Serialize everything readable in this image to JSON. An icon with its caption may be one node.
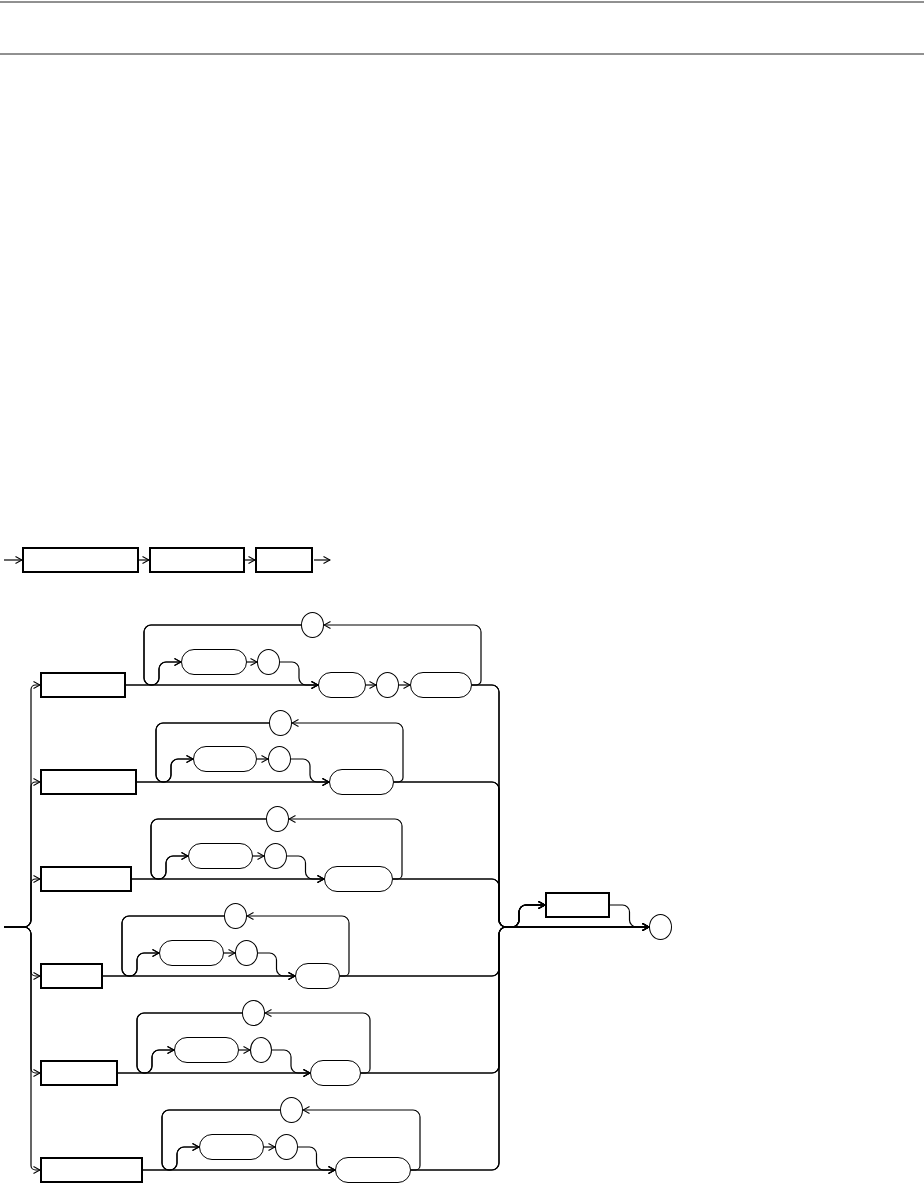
{
  "diagram": {
    "nodes": [
      {
        "text": [],
        "shape": "box"
      },
      {
        "text": [],
        "shape": "box"
      },
      {
        "text": [],
        "shape": "box"
      },
      {
        "text": [],
        "shape": "box"
      },
      {
        "text": [],
        "shape": "circle"
      },
      {
        "text": [],
        "shape": "pill"
      },
      {
        "text": [],
        "shape": "circle"
      },
      {
        "text": [],
        "shape": "pill"
      },
      {
        "text": [],
        "shape": "circle"
      },
      {
        "text": [],
        "shape": "pill"
      },
      {
        "text": [],
        "shape": "box"
      },
      {
        "text": [],
        "shape": "circle"
      },
      {
        "text": [],
        "shape": "pill"
      },
      {
        "text": [],
        "shape": "circle"
      },
      {
        "text": [],
        "shape": "pill"
      },
      {
        "text": [],
        "shape": "box"
      },
      {
        "text": [],
        "shape": "circle"
      },
      {
        "text": [],
        "shape": "pill"
      },
      {
        "text": [],
        "shape": "circle"
      },
      {
        "text": [],
        "shape": "pill"
      },
      {
        "text": [],
        "shape": "box"
      },
      {
        "text": [],
        "shape": "circle"
      },
      {
        "text": [],
        "shape": "pill"
      },
      {
        "text": [],
        "shape": "circle"
      },
      {
        "text": [],
        "shape": "pill"
      },
      {
        "text": [],
        "shape": "box"
      },
      {
        "text": [],
        "shape": "circle"
      },
      {
        "text": [],
        "shape": "pill"
      },
      {
        "text": [],
        "shape": "circle"
      },
      {
        "text": [],
        "shape": "pill"
      },
      {
        "text": [],
        "shape": "box"
      },
      {
        "text": [],
        "shape": "circle"
      },
      {
        "text": [],
        "shape": "pill"
      },
      {
        "text": [],
        "shape": "circle"
      },
      {
        "text": [],
        "shape": "pill"
      },
      {
        "text": [],
        "shape": "box"
      },
      {
        "text": [],
        "shape": "circle"
      }
    ],
    "edges": [
      {
        "from": null,
        "to": 0,
        "arrow": "to"
      },
      {
        "from": 0,
        "to": 1,
        "arrow": "to"
      },
      {
        "from": 1,
        "to": 2,
        "arrow": "to"
      },
      {
        "from": 2,
        "to": null,
        "arrow": "to"
      },
      {
        "from": null,
        "to": 3,
        "arrow": "to"
      },
      {
        "from": 3,
        "to": 5,
        "arrow": "to"
      },
      {
        "from": 5,
        "to": 6,
        "arrow": "to"
      },
      {
        "from": 6,
        "to": 7,
        "arrow": "to"
      },
      {
        "from": 3,
        "to": 7,
        "arrow": "to"
      },
      {
        "from": 7,
        "to": 8,
        "arrow": "to"
      },
      {
        "from": 8,
        "to": 9,
        "arrow": "to"
      },
      {
        "from": 9,
        "to": 4,
        "arrow": "to"
      },
      {
        "from": 4,
        "to": 5,
        "arrow": "to"
      },
      {
        "from": 4,
        "to": 7,
        "arrow": "to"
      },
      {
        "from": 9,
        "to": 35,
        "arrow": "to"
      },
      {
        "from": 9,
        "to": 36,
        "arrow": "to"
      },
      {
        "from": null,
        "to": 10,
        "arrow": "to"
      },
      {
        "from": 10,
        "to": 12,
        "arrow": "to"
      },
      {
        "from": 12,
        "to": 13,
        "arrow": "to"
      },
      {
        "from": 13,
        "to": 14,
        "arrow": "to"
      },
      {
        "from": 10,
        "to": 14,
        "arrow": "to"
      },
      {
        "from": 14,
        "to": 11,
        "arrow": "to"
      },
      {
        "from": 11,
        "to": 12,
        "arrow": "to"
      },
      {
        "from": 11,
        "to": 14,
        "arrow": "to"
      },
      {
        "from": 14,
        "to": 35,
        "arrow": "to"
      },
      {
        "from": 14,
        "to": 36,
        "arrow": "to"
      },
      {
        "from": null,
        "to": 15,
        "arrow": "to"
      },
      {
        "from": 15,
        "to": 17,
        "arrow": "to"
      },
      {
        "from": 17,
        "to": 18,
        "arrow": "to"
      },
      {
        "from": 18,
        "to": 19,
        "arrow": "to"
      },
      {
        "from": 15,
        "to": 19,
        "arrow": "to"
      },
      {
        "from": 19,
        "to": 16,
        "arrow": "to"
      },
      {
        "from": 16,
        "to": 17,
        "arrow": "to"
      },
      {
        "from": 16,
        "to": 19,
        "arrow": "to"
      },
      {
        "from": 19,
        "to": 35,
        "arrow": "to"
      },
      {
        "from": 19,
        "to": 36,
        "arrow": "to"
      },
      {
        "from": null,
        "to": 20,
        "arrow": "to"
      },
      {
        "from": 20,
        "to": 22,
        "arrow": "to"
      },
      {
        "from": 22,
        "to": 23,
        "arrow": "to"
      },
      {
        "from": 23,
        "to": 24,
        "arrow": "to"
      },
      {
        "from": 20,
        "to": 24,
        "arrow": "to"
      },
      {
        "from": 24,
        "to": 21,
        "arrow": "to"
      },
      {
        "from": 21,
        "to": 22,
        "arrow": "to"
      },
      {
        "from": 21,
        "to": 24,
        "arrow": "to"
      },
      {
        "from": 24,
        "to": 35,
        "arrow": "to"
      },
      {
        "from": 24,
        "to": 36,
        "arrow": "to"
      },
      {
        "from": null,
        "to": 25,
        "arrow": "to"
      },
      {
        "from": 25,
        "to": 27,
        "arrow": "to"
      },
      {
        "from": 27,
        "to": 28,
        "arrow": "to"
      },
      {
        "from": 28,
        "to": 29,
        "arrow": "to"
      },
      {
        "from": 25,
        "to": 29,
        "arrow": "to"
      },
      {
        "from": 29,
        "to": 26,
        "arrow": "to"
      },
      {
        "from": 26,
        "to": 27,
        "arrow": "to"
      },
      {
        "from": 26,
        "to": 29,
        "arrow": "to"
      },
      {
        "from": 29,
        "to": 35,
        "arrow": "to"
      },
      {
        "from": 29,
        "to": 36,
        "arrow": "to"
      },
      {
        "from": null,
        "to": 30,
        "arrow": "to"
      },
      {
        "from": 30,
        "to": 32,
        "arrow": "to"
      },
      {
        "from": 32,
        "to": 33,
        "arrow": "to"
      },
      {
        "from": 33,
        "to": 34,
        "arrow": "to"
      },
      {
        "from": 30,
        "to": 34,
        "arrow": "to"
      },
      {
        "from": 34,
        "to": 31,
        "arrow": "to"
      },
      {
        "from": 31,
        "to": 32,
        "arrow": "to"
      },
      {
        "from": 31,
        "to": 34,
        "arrow": "to"
      },
      {
        "from": 34,
        "to": 35,
        "arrow": "to"
      },
      {
        "from": 34,
        "to": 36,
        "arrow": "to"
      },
      {
        "from": 35,
        "to": 36,
        "arrow": "to"
      }
    ]
  }
}
